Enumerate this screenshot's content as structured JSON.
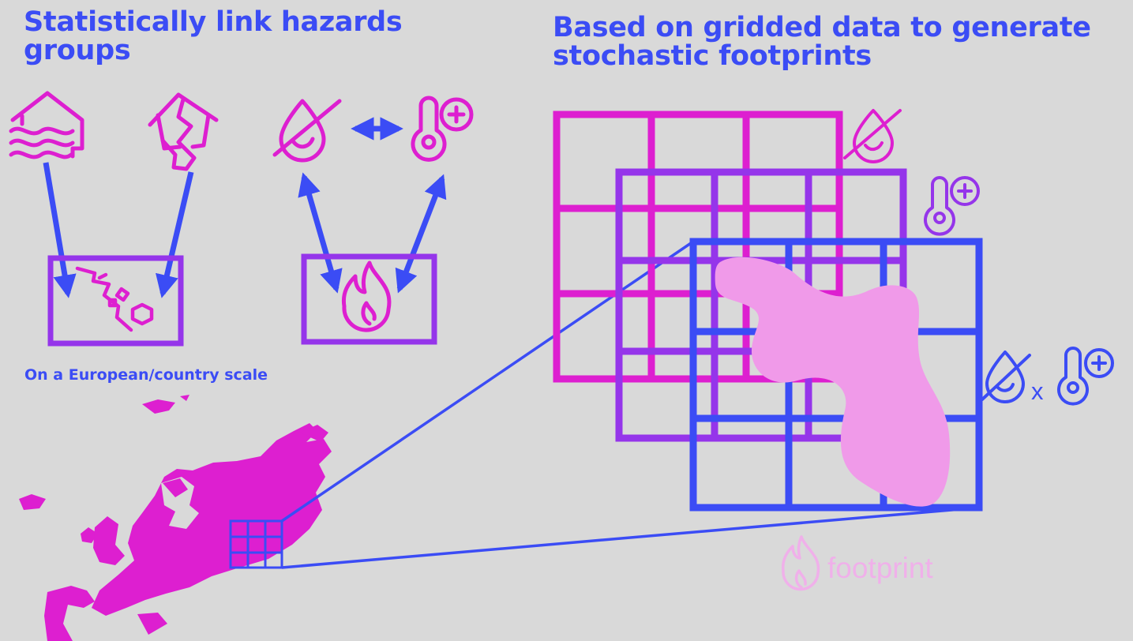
{
  "left": {
    "title": "Statistically link hazards groups",
    "scale_note": "On a European/country scale"
  },
  "right": {
    "title": "Based on gridded data to generate stochastic footprints",
    "multiply_symbol": "x",
    "footprint_label": "footprint"
  },
  "colors": {
    "background": "#d9d9d9",
    "blue": "#3b4cf5",
    "purple": "#9535ea",
    "magenta": "#dd1fd0",
    "footprint_pink": "#f09ae9",
    "footprint_label": "#f0b0ea"
  },
  "icons": [
    "flood-house-icon",
    "earthquake-house-icon",
    "landslide-icon",
    "drought-icon",
    "heat-thermometer-icon",
    "wildfire-icon",
    "europe-map"
  ]
}
